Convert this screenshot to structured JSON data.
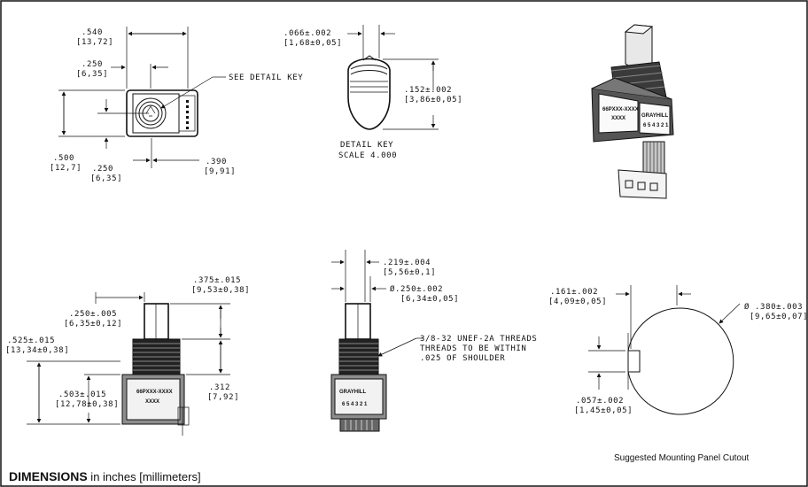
{
  "top_left": {
    "width_in": ".540",
    "width_mm": "[13,72]",
    "shaft_off_in": ".250",
    "shaft_off_mm": "[6,35]",
    "callout": "SEE DETAIL  KEY",
    "height_in": ".500",
    "height_mm": "[12,7]",
    "bottom_off_in": ".250",
    "bottom_off_mm": "[6,35]",
    "right_off_in": ".390",
    "right_off_mm": "[9,91]"
  },
  "detail_key": {
    "width": ".066±.002",
    "width_mm": "[1,68±0,05]",
    "height": ".152±.002",
    "height_mm": "[3,86±0,05]",
    "caption_1": "DETAIL  KEY",
    "caption_2": "SCALE  4.000"
  },
  "front_view": {
    "shaft_len": ".375±.015",
    "shaft_len_mm": "[9,53±0,38]",
    "flat": ".250±.005",
    "flat_mm": "[6,35±0,12]",
    "overall": ".525±.015",
    "overall_mm": "[13,34±0,38]",
    "body": ".503±.015",
    "body_mm": "[12,78±0,38]",
    "bush": ".312",
    "bush_mm": "[7,92]",
    "part_no": "66PXXX-XXXX",
    "part_sub": "XXXX"
  },
  "side_view": {
    "flat_w": ".219±.004",
    "flat_w_mm": "[5,56±0,1]",
    "shaft_d": "Ø.250±.002",
    "shaft_d_mm": "[6,34±0,05]",
    "thread_1": "3/8-32 UNEF-2A THREADS",
    "thread_2": "THREADS TO BE WITHIN",
    "thread_3": ".025 OF SHOULDER",
    "brand": "GRAYHILL",
    "pins": "6 5 4 3 2 1"
  },
  "iso_view": {
    "part_no": "66PXXX-XXXX",
    "part_sub": "XXXX",
    "brand": "GRAYHILL",
    "pins": "6 5 4 3 2 1"
  },
  "cutout": {
    "flat_off": ".161±.002",
    "flat_off_mm": "[4,09±0,05]",
    "dia": "Ø .380±.003",
    "dia_mm": "[9,65±0,07]",
    "key_w": ".057±.002",
    "key_w_mm": "[1,45±0,05]",
    "caption": "Suggested Mounting Panel Cutout"
  },
  "footer": {
    "title": "DIMENSIONS",
    "units": " in inches [millimeters]"
  }
}
